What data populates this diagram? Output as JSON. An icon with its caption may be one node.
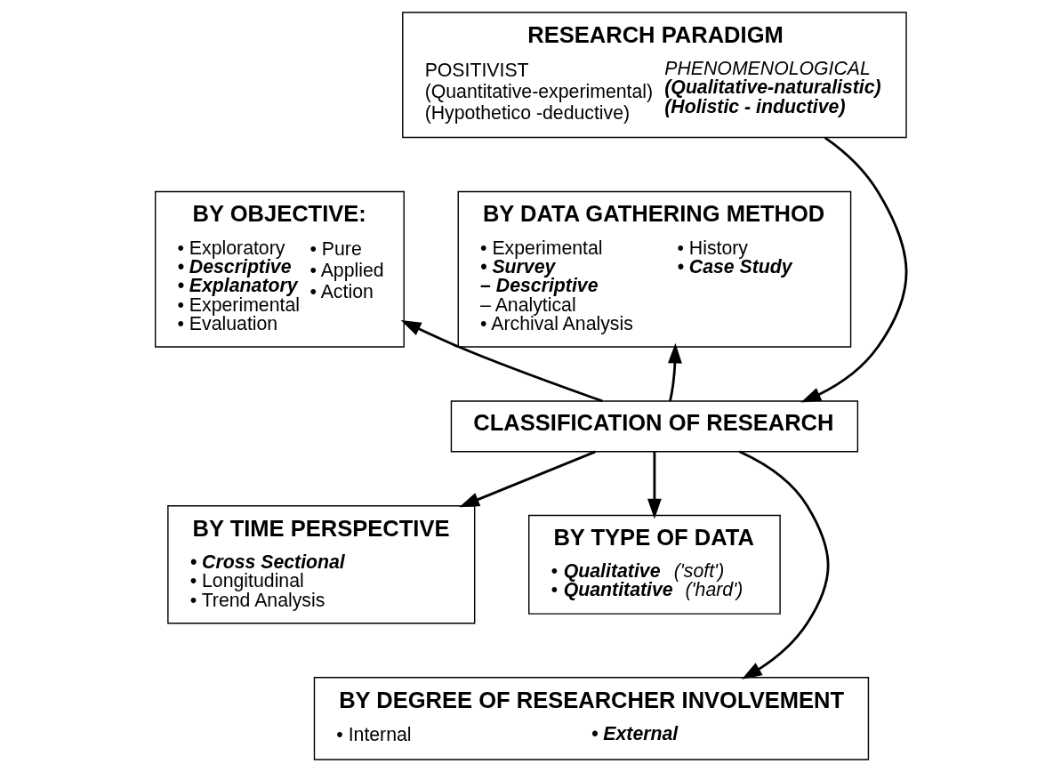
{
  "diagram": {
    "nodes": [
      {
        "text": [
          "RESEARCH PARADIGM",
          "POSITIVIST",
          "(Quantitative-experimental)",
          "(Hypothetico -deductive)",
          "PHENOMENOLOGICAL",
          "(Qualitative-naturalistic)",
          "(Holistic - inductive)"
        ]
      },
      {
        "text": [
          "BY OBJECTIVE:",
          "• Exploratory",
          "• Descriptive",
          "• Explanatory",
          "• Experimental",
          "• Evaluation",
          "• Pure",
          "• Applied",
          "• Action"
        ]
      },
      {
        "text": [
          "BY DATA GATHERING METHOD",
          "• Experimental",
          "• Survey",
          "– Descriptive",
          "– Analytical",
          "• Archival Analysis",
          "• History",
          "• Case Study"
        ]
      },
      {
        "text": [
          "CLASSIFICATION OF RESEARCH"
        ]
      },
      {
        "text": [
          "BY TIME PERSPECTIVE",
          "• Cross Sectional",
          "• Longitudinal",
          "• Trend Analysis"
        ]
      },
      {
        "text": [
          "BY TYPE OF DATA",
          "• **Qualitative** ('soft')",
          "• **Quantitative** ('hard')"
        ]
      },
      {
        "text": [
          "BY DEGREE OF RESEARCHER INVOLVEMENT",
          "• Internal",
          "• External"
        ]
      }
    ],
    "edges": [
      {
        "from": 0,
        "to": 3,
        "arrow": "to"
      },
      {
        "from": 3,
        "to": 1,
        "arrow": "to"
      },
      {
        "from": 3,
        "to": 2,
        "arrow": "to"
      },
      {
        "from": 3,
        "to": 4,
        "arrow": "to"
      },
      {
        "from": 3,
        "to": 5,
        "arrow": "to"
      },
      {
        "from": 3,
        "to": 6,
        "arrow": "to"
      }
    ]
  }
}
